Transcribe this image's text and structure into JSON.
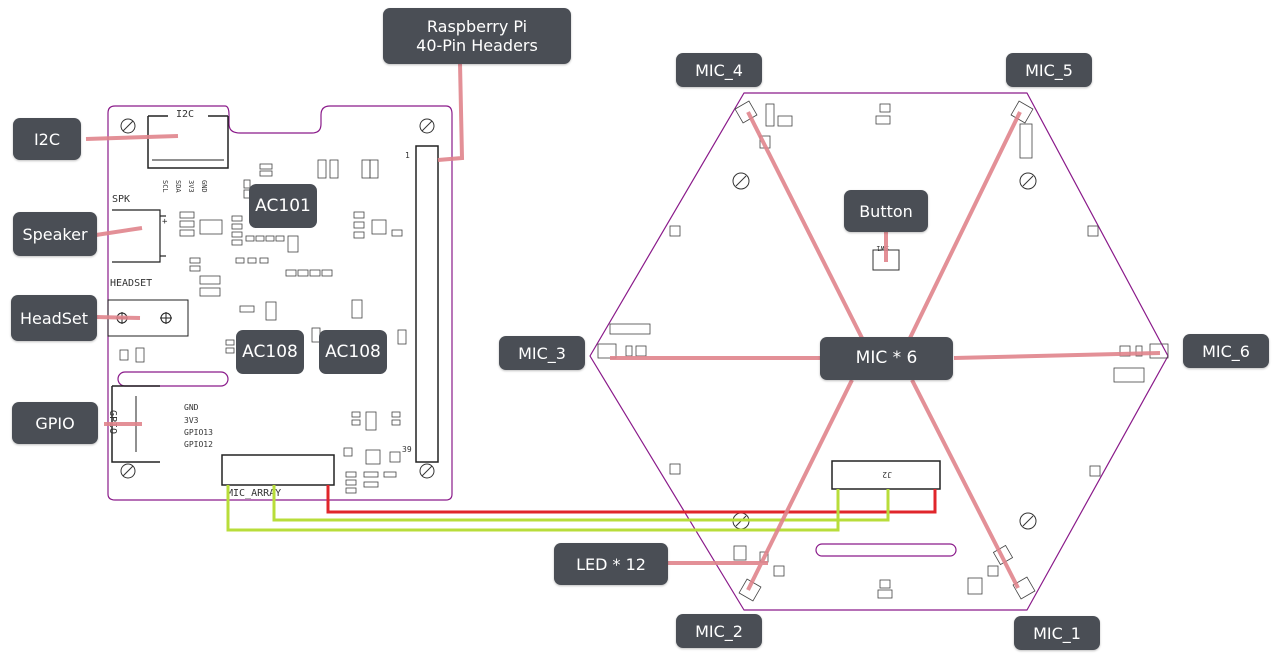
{
  "callouts": {
    "rpi_header_line1": "Raspberry Pi",
    "rpi_header_line2": "40-Pin Headers",
    "i2c": "I2C",
    "speaker": "Speaker",
    "headset": "HeadSet",
    "gpio": "GPIO",
    "ac101": "AC101",
    "ac108_left": "AC108",
    "ac108_right": "AC108",
    "mic_1": "MIC_1",
    "mic_2": "MIC_2",
    "mic_3": "MIC_3",
    "mic_4": "MIC_4",
    "mic_5": "MIC_5",
    "mic_6": "MIC_6",
    "mic_center": "MIC * 6",
    "button": "Button",
    "led": "LED * 12"
  },
  "silkscreen": {
    "i2c": "I2C",
    "spk": "SPK",
    "headset": "HEADSET",
    "gpio": "GPIO",
    "gnd": "GND",
    "v33": "3V3",
    "gpio13": "GPIO13",
    "gpio12": "GPIO12",
    "pin_labels": [
      "SCL",
      "SDA",
      "3V3",
      "GND"
    ],
    "mic_array": "MIC_ARRAY",
    "pin1": "1",
    "pin39": "39",
    "j2": "J2",
    "sw": "SW1"
  },
  "colors": {
    "callout_bg": "#4a4e55",
    "leader": "#e0848c",
    "board_outline": "#8a1a8a",
    "wire_red": "#e0262b",
    "wire_green": "#b8dd3a"
  }
}
